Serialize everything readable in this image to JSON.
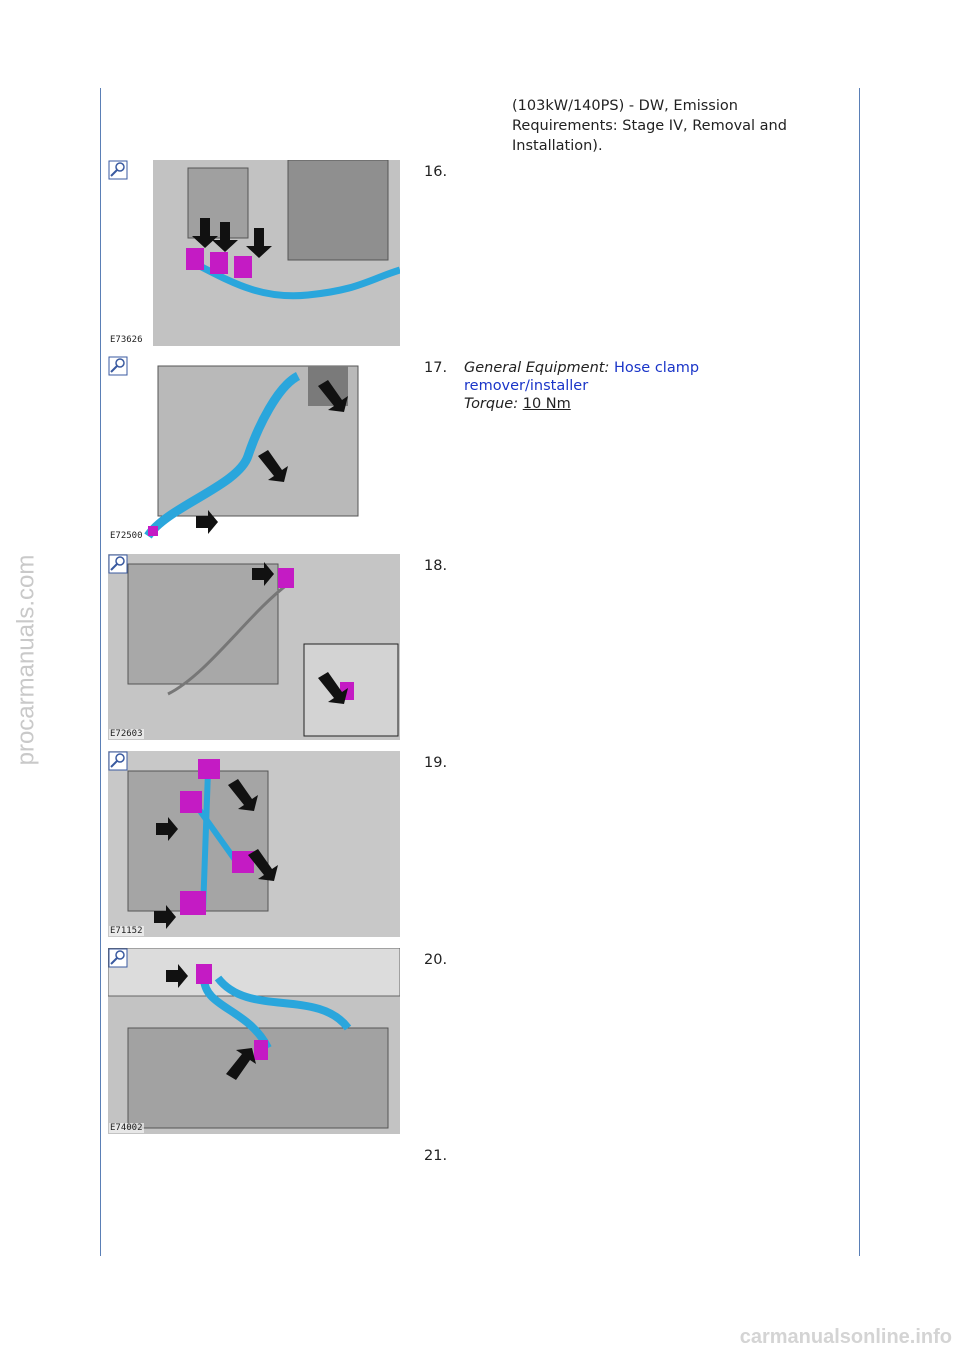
{
  "intro": {
    "lines": [
      "(103kW/140PS) - DW, Emission",
      "Requirements: Stage IV, Removal and",
      "Installation)."
    ]
  },
  "steps": [
    {
      "number": "16.",
      "figure_id": "E73626"
    },
    {
      "number": "17.",
      "figure_id": "E72500",
      "equipment_label": "General Equipment:",
      "equipment_line1": "Hose clamp",
      "equipment_line2": "remover/installer",
      "torque_label": "Torque:",
      "torque_value": "10 Nm"
    },
    {
      "number": "18.",
      "figure_id": "E72603"
    },
    {
      "number": "19.",
      "figure_id": "E71152"
    },
    {
      "number": "20.",
      "figure_id": "E74002"
    },
    {
      "number": "21."
    }
  ],
  "watermarks": {
    "side": "procarmanuals.com",
    "bottom": "carmanualsonline.info"
  },
  "colors": {
    "rule": "#5a7fb6",
    "hose": "#2aa6dc",
    "connector": "#c41bc4",
    "link": "#1a35c8"
  },
  "icons": {
    "zoom": "zoom-magnifier-icon",
    "arrow": "callout-arrow-icon"
  }
}
